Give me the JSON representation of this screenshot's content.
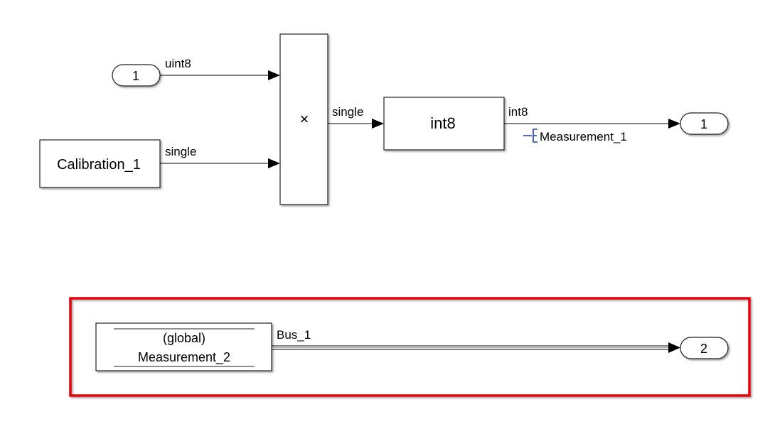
{
  "diagram": {
    "inport_1": {
      "label": "1"
    },
    "calibration_block": {
      "label": "Calibration_1"
    },
    "product_block": {
      "symbol": "×"
    },
    "convert_block": {
      "label": "int8"
    },
    "outport_1": {
      "label": "1"
    },
    "data_store_block": {
      "line1": "(global)",
      "line2": "Measurement_2"
    },
    "outport_2": {
      "label": "2"
    },
    "signals": {
      "inport_to_product": "uint8",
      "calibration_to_product": "single",
      "product_to_convert": "single",
      "convert_to_outport": "int8",
      "convert_to_outport_name": "Measurement_1",
      "datastore_to_outport": "Bus_1"
    },
    "colors": {
      "highlight": "#e8000b",
      "measurement_icon": "#1f3fa8"
    }
  }
}
